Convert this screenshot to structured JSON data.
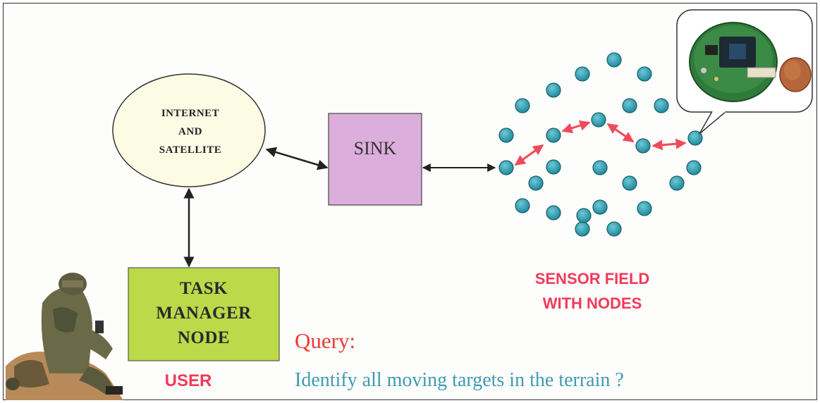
{
  "nodes": {
    "internet": {
      "line1": "INTERNET",
      "line2": "AND",
      "line3": "SATELLITE"
    },
    "sink": {
      "label": "SINK"
    },
    "task_manager": {
      "line1": "TASK",
      "line2": "MANAGER",
      "line3": "NODE"
    }
  },
  "sensor_field": {
    "line1": "SENSOR FIELD",
    "line2": "WITH NODES"
  },
  "user": {
    "label": "USER"
  },
  "query": {
    "label": "Query:",
    "text": "Identify all moving targets in the terrain ?"
  },
  "colors": {
    "ellipse_fill": "#fcfbe4",
    "sink_fill": "#dcaedb",
    "task_fill": "#bcd94a",
    "sensor_node": "#2f9fb1",
    "sensor_arrow": "#f04a5a",
    "label_red": "#f03a5a",
    "query_blue": "#3f9bb3"
  }
}
